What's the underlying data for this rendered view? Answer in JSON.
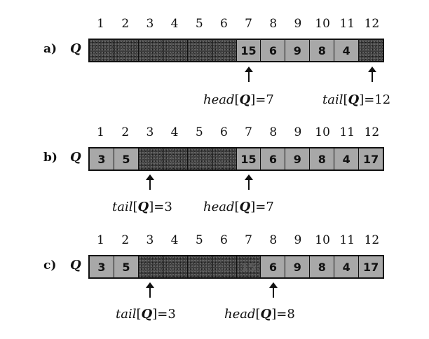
{
  "indices": [
    "1",
    "2",
    "3",
    "4",
    "5",
    "6",
    "7",
    "8",
    "9",
    "10",
    "11",
    "12"
  ],
  "queue_name": "Q",
  "panels": [
    {
      "label": "a)",
      "cells": [
        "",
        "",
        "",
        "",
        "",
        "",
        "15",
        "6",
        "9",
        "8",
        "4",
        ""
      ],
      "filled": [
        false,
        false,
        false,
        false,
        false,
        false,
        true,
        true,
        true,
        true,
        true,
        false
      ],
      "pointers": [
        {
          "name": "head",
          "queue": "Q",
          "value": "7",
          "index": 7
        },
        {
          "name": "tail",
          "queue": "Q",
          "value": "12",
          "index": 12
        }
      ]
    },
    {
      "label": "b)",
      "cells": [
        "3",
        "5",
        "",
        "",
        "",
        "",
        "15",
        "6",
        "9",
        "8",
        "4",
        "17"
      ],
      "filled": [
        true,
        true,
        false,
        false,
        false,
        false,
        true,
        true,
        true,
        true,
        true,
        true
      ],
      "pointers": [
        {
          "name": "tail",
          "queue": "Q",
          "value": "3",
          "index": 3
        },
        {
          "name": "head",
          "queue": "Q",
          "value": "7",
          "index": 7
        }
      ]
    },
    {
      "label": "c)",
      "cells": [
        "3",
        "5",
        "",
        "",
        "",
        "",
        "15",
        "6",
        "9",
        "8",
        "4",
        "17"
      ],
      "filled": [
        true,
        true,
        false,
        false,
        false,
        false,
        false,
        true,
        true,
        true,
        true,
        true
      ],
      "pointers": [
        {
          "name": "tail",
          "queue": "Q",
          "value": "3",
          "index": 3
        },
        {
          "name": "head",
          "queue": "Q",
          "value": "8",
          "index": 8
        }
      ]
    }
  ],
  "colors": {
    "filled_cell": "#a8a8a8",
    "empty_cell": "#3c3c3c",
    "border": "#111111"
  }
}
